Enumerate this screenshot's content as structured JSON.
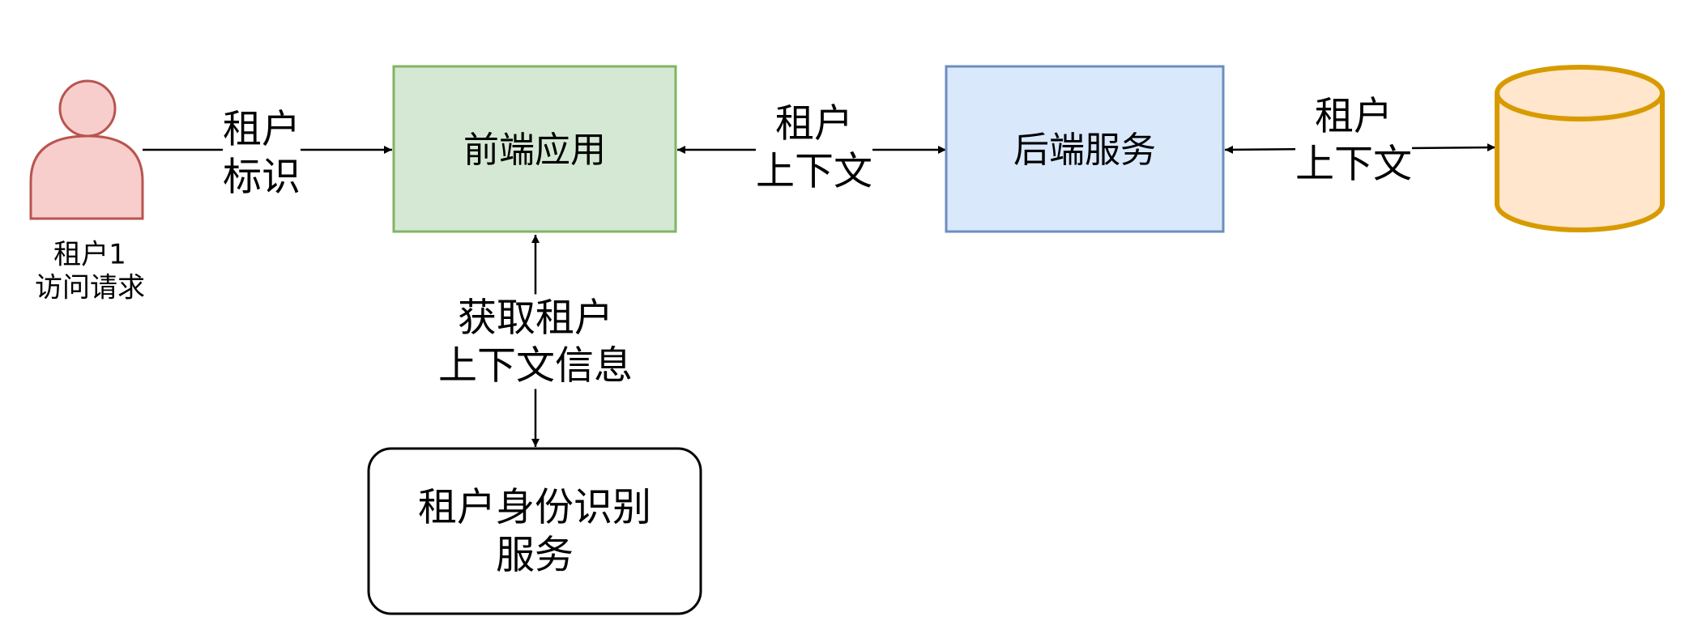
{
  "nodes": {
    "user": {
      "label": "租户1\n访问请求",
      "fill": "#f8cecc",
      "stroke": "#b85450"
    },
    "frontend": {
      "label": "前端应用",
      "fill": "#d5e8d4",
      "stroke": "#82b366"
    },
    "backend": {
      "label": "后端服务",
      "fill": "#dae8fc",
      "stroke": "#6c8ebf"
    },
    "database": {
      "label": "",
      "fill": "#ffe6cc",
      "stroke": "#d79b00"
    },
    "identity_service": {
      "label": "租户身份识别\n服务",
      "fill": "#ffffff",
      "stroke": "#000000"
    }
  },
  "edges": {
    "user_to_frontend": {
      "label": "租户\n标识"
    },
    "frontend_backend": {
      "label": "租户\n上下文"
    },
    "backend_database": {
      "label": "租户\n上下文"
    },
    "frontend_identity": {
      "label": "获取租户\n上下文信息"
    }
  }
}
